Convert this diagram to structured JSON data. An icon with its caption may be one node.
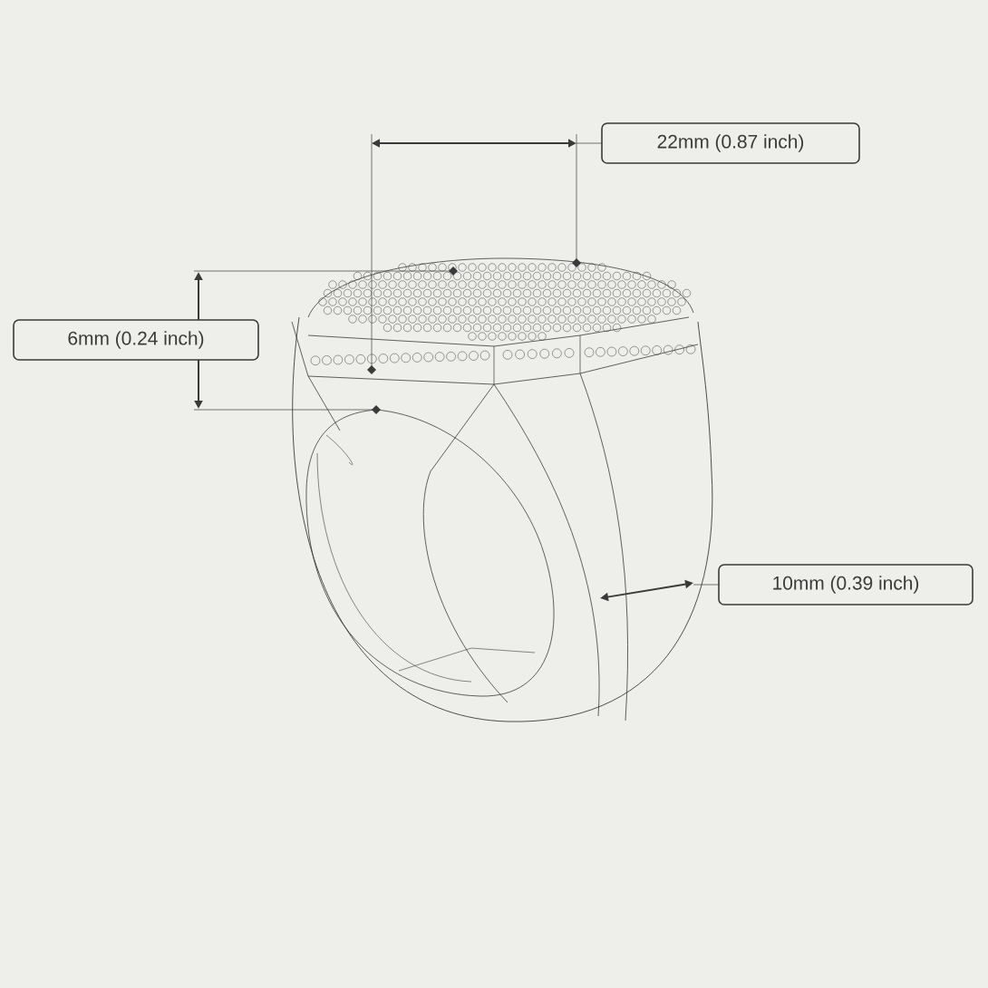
{
  "diagram": {
    "labels": [
      "22mm (0.87 inch)",
      "6mm (0.24 inch)",
      "10mm (0.39 inch)"
    ]
  }
}
